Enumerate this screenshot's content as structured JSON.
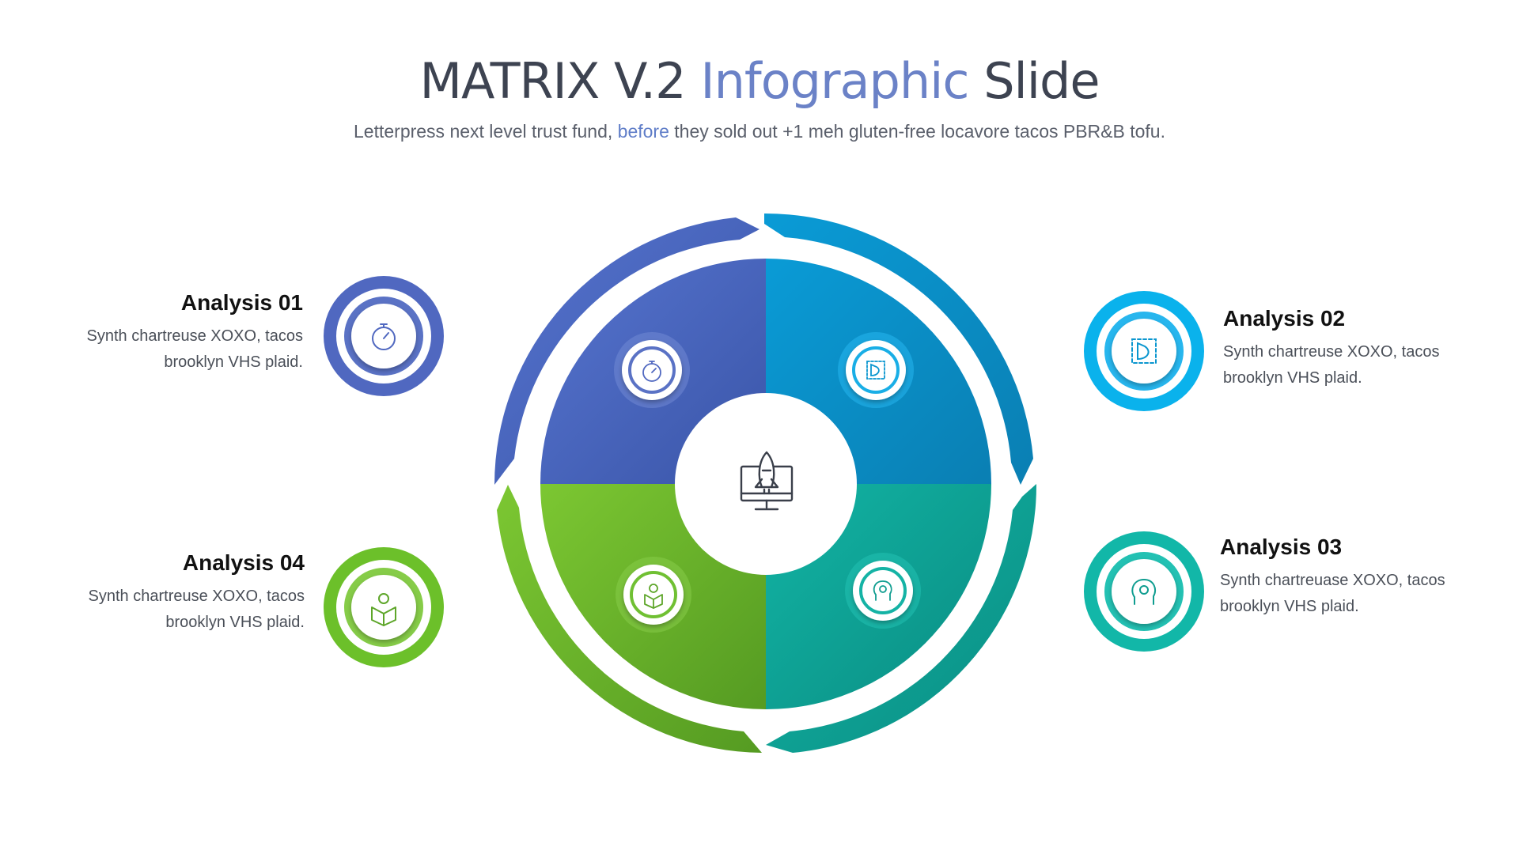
{
  "header": {
    "title_part1": "MATRIX V.2",
    "title_accent": "Infographic",
    "title_part2": "Slide",
    "subtitle_part1": "Letterpress next level trust fund,",
    "subtitle_accent": "before",
    "subtitle_part2": "they sold out +1 meh gluten-free locavore tacos PBR&B tofu."
  },
  "items": [
    {
      "heading": "Analysis 01",
      "line1": "Synth chartreuse XOXO, tacos",
      "line2": "brooklyn VHS plaid.",
      "icon": "stopwatch-icon",
      "color": "#5068c0"
    },
    {
      "heading": "Analysis 02",
      "line1": "Synth chartreuse XOXO, tacos",
      "line2": "brooklyn VHS plaid.",
      "icon": "design-tool-icon",
      "color": "#0aa6e0"
    },
    {
      "heading": "Analysis 03",
      "line1": "Synth chartreuase XOXO, tacos",
      "line2": "brooklyn VHS plaid.",
      "icon": "head-gear-icon",
      "color": "#10b4a6"
    },
    {
      "heading": "Analysis 04",
      "line1": "Synth chartreuse XOXO, tacos",
      "line2": "brooklyn VHS plaid.",
      "icon": "idea-box-icon",
      "color": "#6cc02a"
    }
  ],
  "center": {
    "icon": "rocket-monitor-icon"
  }
}
